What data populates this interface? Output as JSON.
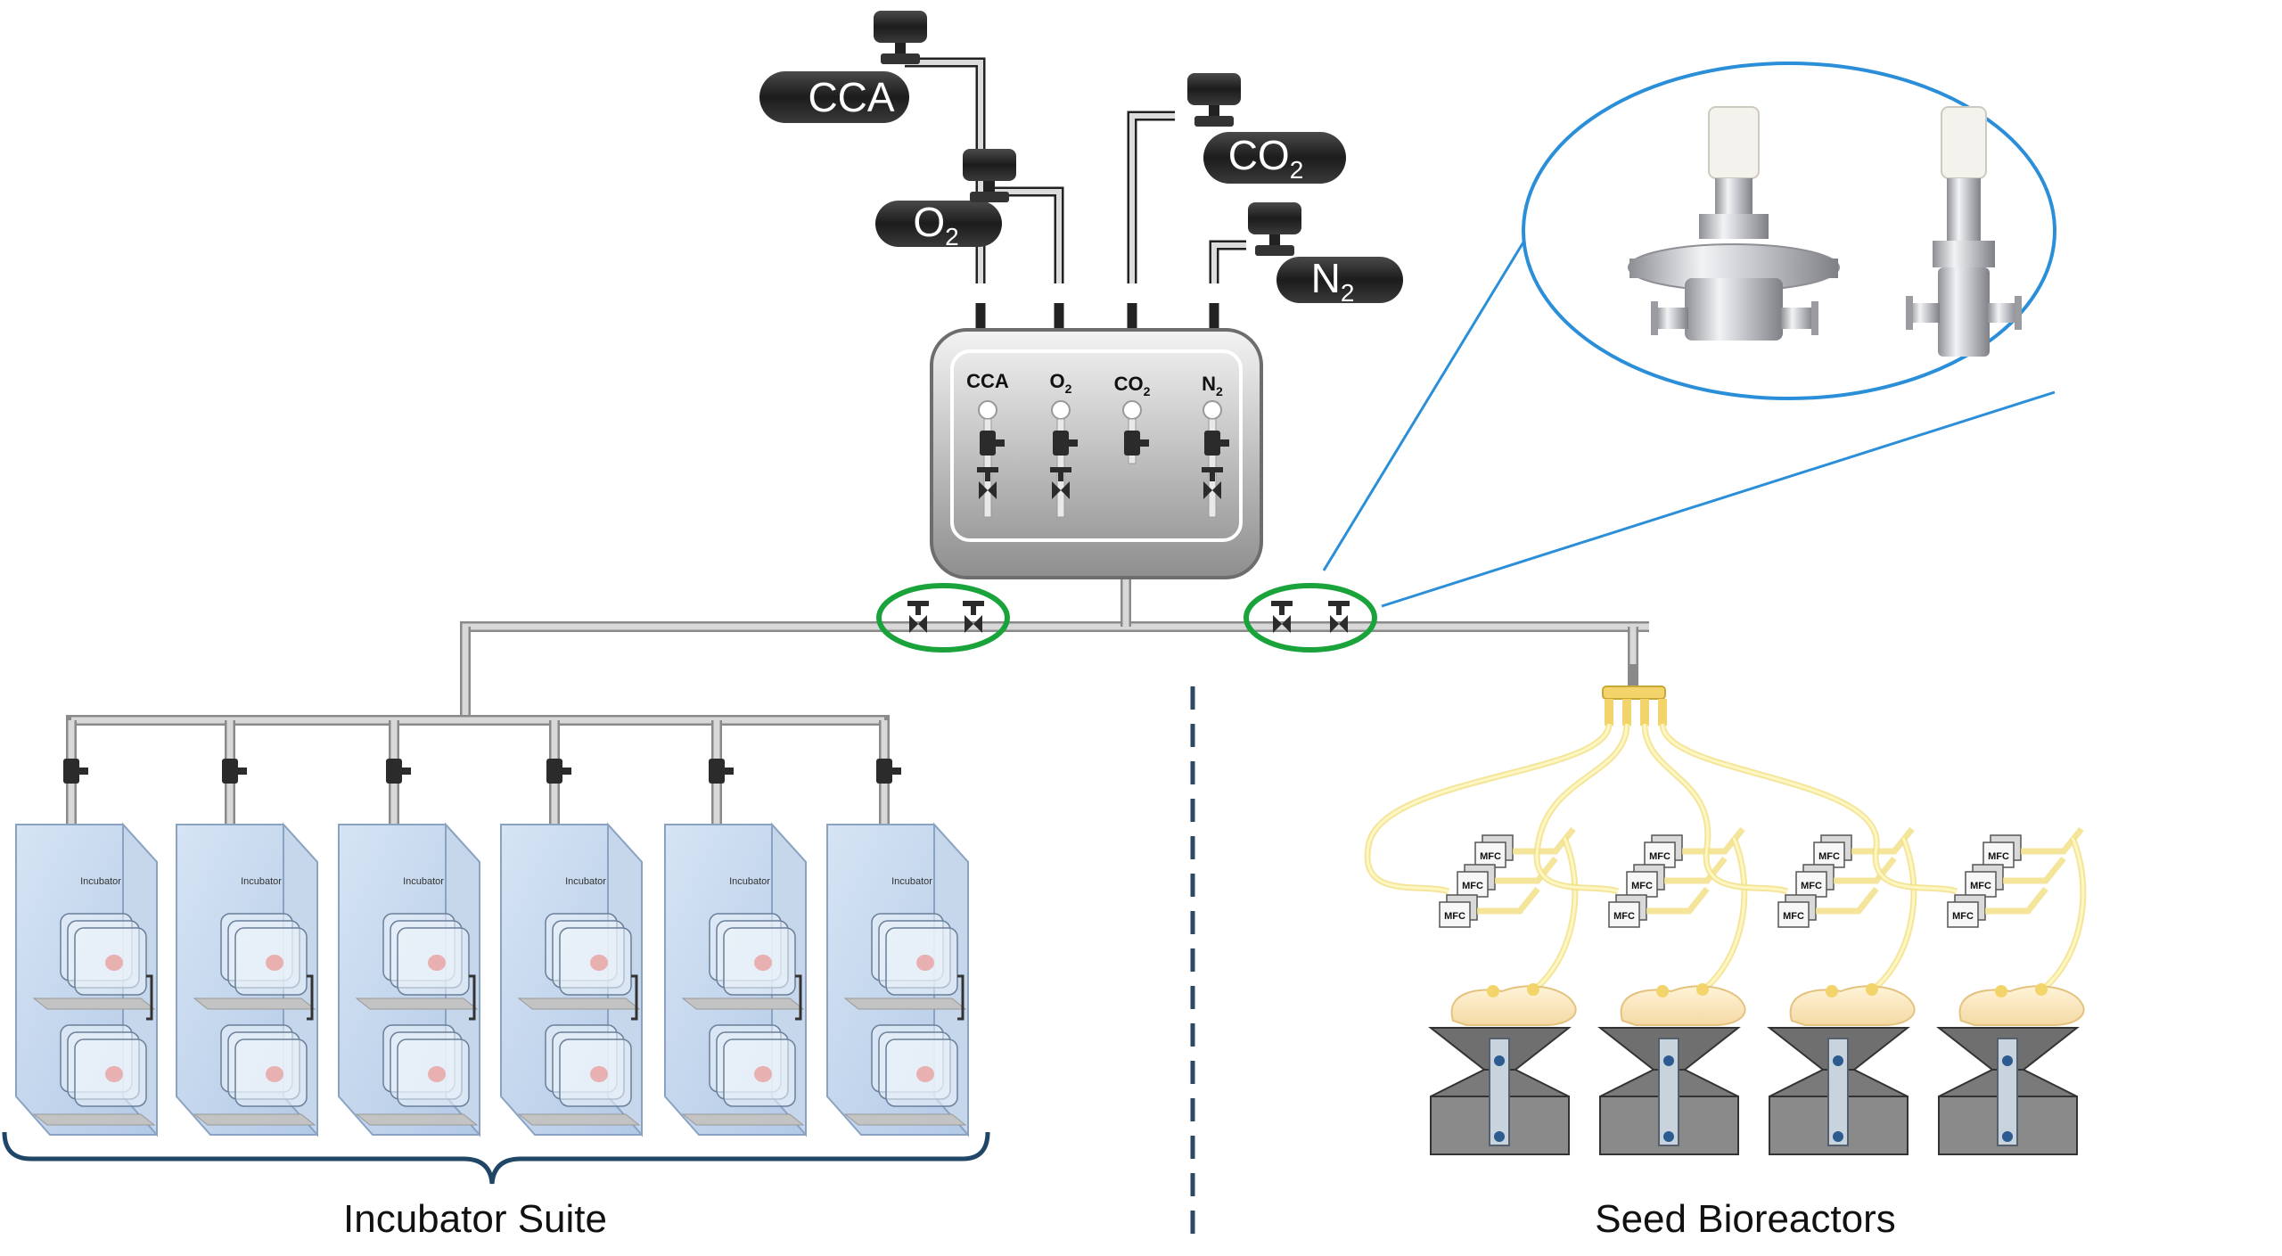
{
  "gas_tanks": [
    {
      "id": "cca",
      "label": "CCA",
      "sub": ""
    },
    {
      "id": "o2",
      "label": "O",
      "sub": "2"
    },
    {
      "id": "co2",
      "label": "CO",
      "sub": "2"
    },
    {
      "id": "n2",
      "label": "N",
      "sub": "2"
    }
  ],
  "panel_labels": [
    {
      "id": "cca",
      "label": "CCA",
      "sub": ""
    },
    {
      "id": "o2",
      "label": "O",
      "sub": "2"
    },
    {
      "id": "co2",
      "label": "CO",
      "sub": "2"
    },
    {
      "id": "n2",
      "label": "N",
      "sub": "2"
    }
  ],
  "incubators": [
    {
      "label": "Incubator"
    },
    {
      "label": "Incubator"
    },
    {
      "label": "Incubator"
    },
    {
      "label": "Incubator"
    },
    {
      "label": "Incubator"
    },
    {
      "label": "Incubator"
    }
  ],
  "mfc_label": "MFC",
  "bioreactor_count": 4,
  "sections": {
    "incubator_suite": "Incubator Suite",
    "seed_bioreactors": "Seed Bioreactors"
  },
  "colors": {
    "highlight_ring": "#1aa33a",
    "zoom_ellipse": "#2a8fd8",
    "divider": "#2c4a63",
    "brace": "#1f4666",
    "gas_line": "#f2e18a"
  }
}
